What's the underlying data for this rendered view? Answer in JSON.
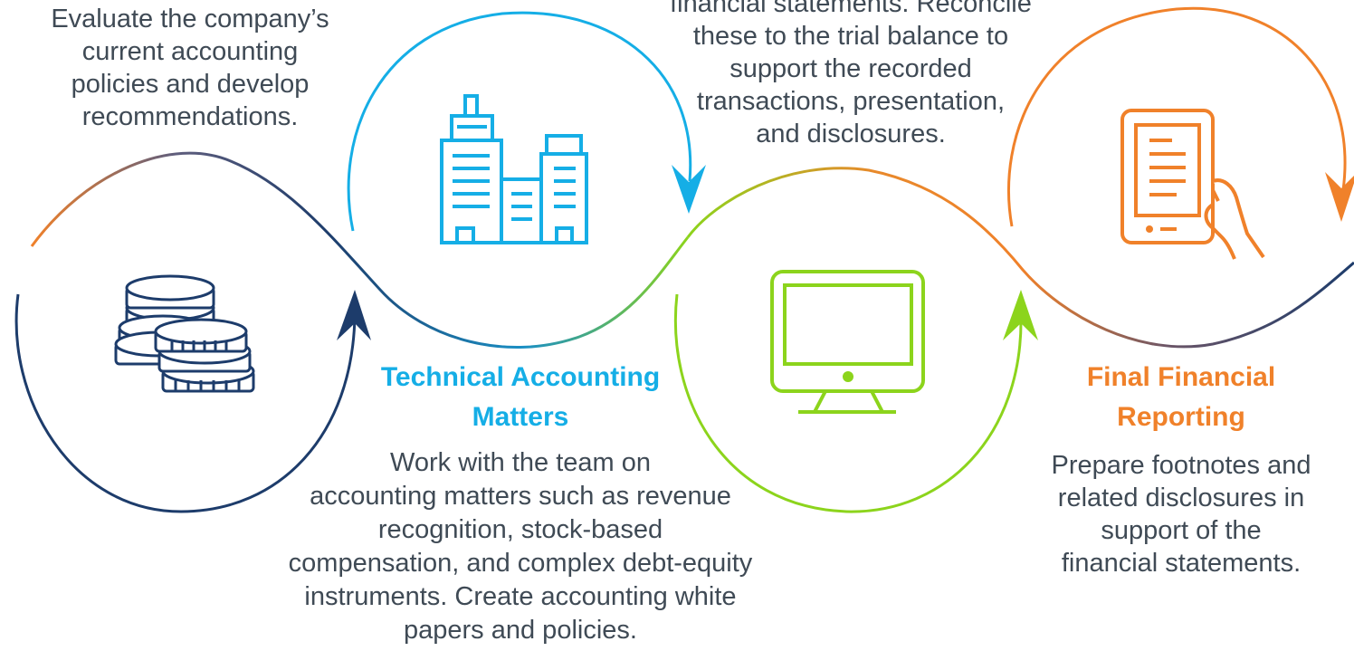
{
  "colors": {
    "navy": "#1d3c6b",
    "blue": "#15aee6",
    "green": "#8cd41c",
    "orange": "#f0812a",
    "text": "#3f4a55"
  },
  "steps": [
    {
      "icon": "coins-icon",
      "description": [
        "Evaluate the company’s",
        "current accounting",
        "policies and develop",
        "recommendations."
      ]
    },
    {
      "icon": "office-building-icon",
      "title": [
        "Technical Accounting",
        "Matters"
      ],
      "description": [
        "Work with the team on",
        "accounting matters such as revenue",
        "recognition, stock-based",
        "compensation, and complex debt-equity",
        "instruments. Create accounting white",
        "papers and policies."
      ]
    },
    {
      "icon": "computer-monitor-icon",
      "description": [
        "financial statements. Reconcile",
        "these to the trial balance to",
        "support the recorded",
        "transactions, presentation,",
        "and disclosures."
      ]
    },
    {
      "icon": "tablet-hand-icon",
      "title": [
        "Final Financial",
        "Reporting"
      ],
      "description": [
        "Prepare footnotes and",
        "related disclosures in",
        "support of the",
        "financial statements."
      ]
    }
  ]
}
